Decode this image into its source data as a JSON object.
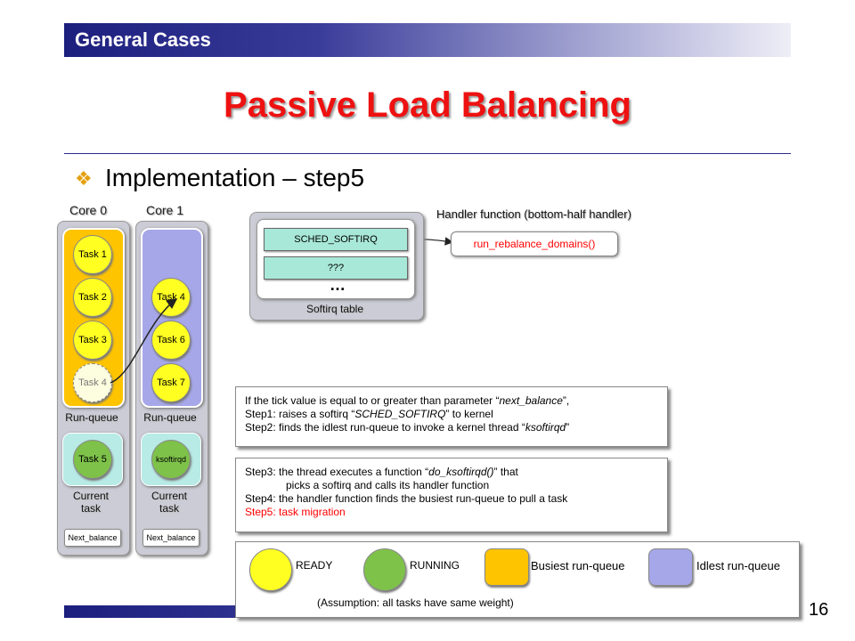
{
  "header": {
    "section": "General Cases"
  },
  "slide": {
    "title": "Passive Load Balancing",
    "subtitle": "Implementation – step5",
    "page_number": "16"
  },
  "cores": [
    {
      "label": "Core 0",
      "runqueue_color": "#ffc400",
      "tasks": [
        "Task 1",
        "Task 2",
        "Task 3",
        "Task 4"
      ],
      "runqueue_label": "Run-queue",
      "current_task": "Task 5",
      "current_label": "Current task",
      "next_balance": "Next_balance"
    },
    {
      "label": "Core 1",
      "runqueue_color": "#a6a7e8",
      "tasks": [
        "Task 4",
        "Task 6",
        "Task 7"
      ],
      "runqueue_label": "Run-queue",
      "current_task": "ksoftirqd",
      "current_label": "Current task",
      "next_balance": "Next_balance"
    }
  ],
  "softirq": {
    "entries": [
      "SCHED_SOFTIRQ",
      "???"
    ],
    "ellipsis": "…",
    "table_label": "Softirq table",
    "handler_label": "Handler function (bottom-half handler)",
    "handler_fn": "run_rebalance_domains()"
  },
  "steps_box1": {
    "l1_a": "If the tick value is equal to or greater than parameter “",
    "l1_em": "next_balance",
    "l1_b": "”,",
    "l2_a": "Step1: raises a softirq “",
    "l2_em": "SCHED_SOFTIRQ",
    "l2_b": "” to kernel",
    "l3_a": "Step2: finds the idlest run-queue to invoke a kernel thread “",
    "l3_em": "ksoftirqd",
    "l3_b": "”"
  },
  "steps_box2": {
    "l1_a": "Step3: the thread executes a function “",
    "l1_em": "do_ksoftirqd()",
    "l1_b": "” that",
    "l2": "picks a softirq and calls its handler function",
    "l3": "Step4: the handler function finds the busiest run-queue to pull a task",
    "l4": "Step5: task migration",
    "highlight_color": "#ff0000"
  },
  "legend": {
    "ready": "READY",
    "running": "RUNNING",
    "busiest": "Busiest run-queue",
    "idlest": "Idlest run-queue",
    "assumption": "(Assumption: all tasks have same weight)"
  },
  "colors": {
    "ready": "#ffff22",
    "running": "#7ec24a",
    "busiest": "#ffc400",
    "idlest": "#a6a7e8",
    "title": "#ee1111",
    "header": "#1d1f7e"
  }
}
